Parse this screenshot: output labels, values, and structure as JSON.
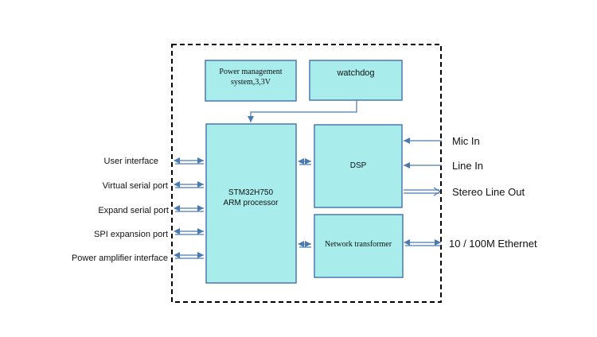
{
  "blocks": {
    "power": {
      "line1": "Power management",
      "line2": "system,3,3V"
    },
    "watchdog": "watchdog",
    "mcu": {
      "line1": "STM32H750",
      "line2": "ARM processor"
    },
    "dsp": "DSP",
    "network": "Network transformer"
  },
  "left_ports": [
    "User interface",
    "Virtual serial port",
    "Expand serial port",
    "SPI expansion port",
    "Power amplifier interface"
  ],
  "right_ports": {
    "mic_in": "Mic In",
    "line_in": "Line In",
    "stereo_out": "Stereo Line Out",
    "ethernet": "10 / 100M Ethernet"
  },
  "colors": {
    "block_fill": "#a8ecec",
    "block_stroke": "#4a7ab0",
    "arrow": "#4a7ab0",
    "border": "#000000"
  }
}
